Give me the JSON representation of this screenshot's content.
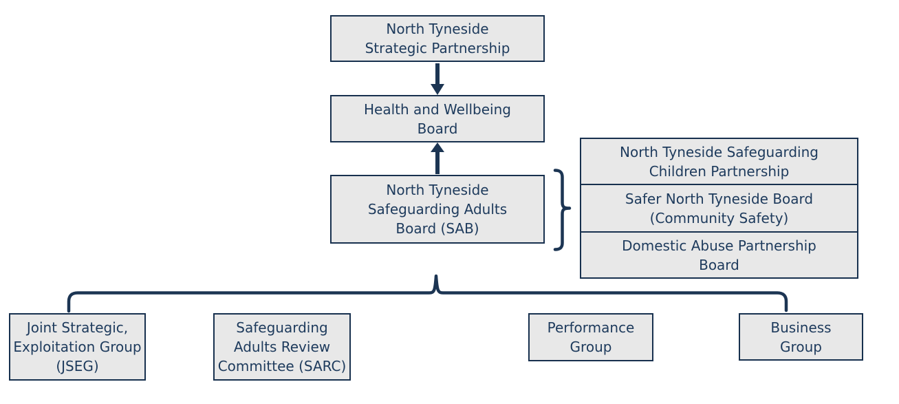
{
  "diagram": {
    "type": "org-chart",
    "colors": {
      "box_fill": "#e8e8e8",
      "box_border": "#17304e",
      "text": "#1d3a5c",
      "connector": "#1c3553"
    },
    "nodes": [
      {
        "id": "strategic-partnership",
        "label": "North Tyneside\nStrategic Partnership"
      },
      {
        "id": "health-wellbeing-board",
        "label": "Health and Wellbeing\nBoard"
      },
      {
        "id": "safeguarding-adults-board",
        "label": "North Tyneside\nSafeguarding Adults\nBoard (SAB)"
      },
      {
        "id": "children-partnership",
        "label": "North Tyneside Safeguarding\nChildren Partnership"
      },
      {
        "id": "safer-north-tyneside-board",
        "label": "Safer North Tyneside Board\n(Community Safety)"
      },
      {
        "id": "domestic-abuse-partnership-board",
        "label": "Domestic Abuse Partnership\nBoard"
      },
      {
        "id": "jseg",
        "label": "Joint Strategic,\nExploitation Group\n(JSEG)"
      },
      {
        "id": "sarc",
        "label": "Safeguarding\nAdults Review\nCommittee (SARC)"
      },
      {
        "id": "performance-group",
        "label": "Performance\nGroup"
      },
      {
        "id": "business-group",
        "label": "Business\nGroup"
      }
    ],
    "connectors": [
      {
        "type": "arrow-down",
        "from": "strategic-partnership",
        "to": "health-wellbeing-board"
      },
      {
        "type": "arrow-up",
        "from": "safeguarding-adults-board",
        "to": "health-wellbeing-board"
      },
      {
        "type": "curly-bracket-right",
        "from": "safeguarding-adults-board",
        "to": [
          "children-partnership",
          "safer-north-tyneside-board",
          "domestic-abuse-partnership-board"
        ]
      },
      {
        "type": "brace-down",
        "from": "safeguarding-adults-board",
        "to": [
          "jseg",
          "sarc",
          "performance-group",
          "business-group"
        ]
      }
    ]
  }
}
